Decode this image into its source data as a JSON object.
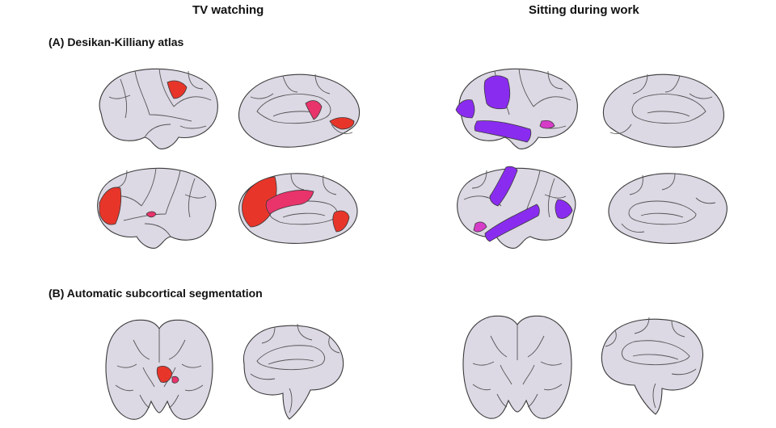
{
  "columns": {
    "left_title": "TV watching",
    "right_title": "Sitting during work"
  },
  "sections": {
    "a_label": "(A)  Desikan-Killiany atlas",
    "b_label": "(B) Automatic subcortical segmentation"
  },
  "colors": {
    "base": "#dcd8e4",
    "outline": "#3a3a3a",
    "red": "#e8352a",
    "pink": "#e8336b",
    "magenta": "#d63cc8",
    "violet": "#8a2cf0"
  }
}
